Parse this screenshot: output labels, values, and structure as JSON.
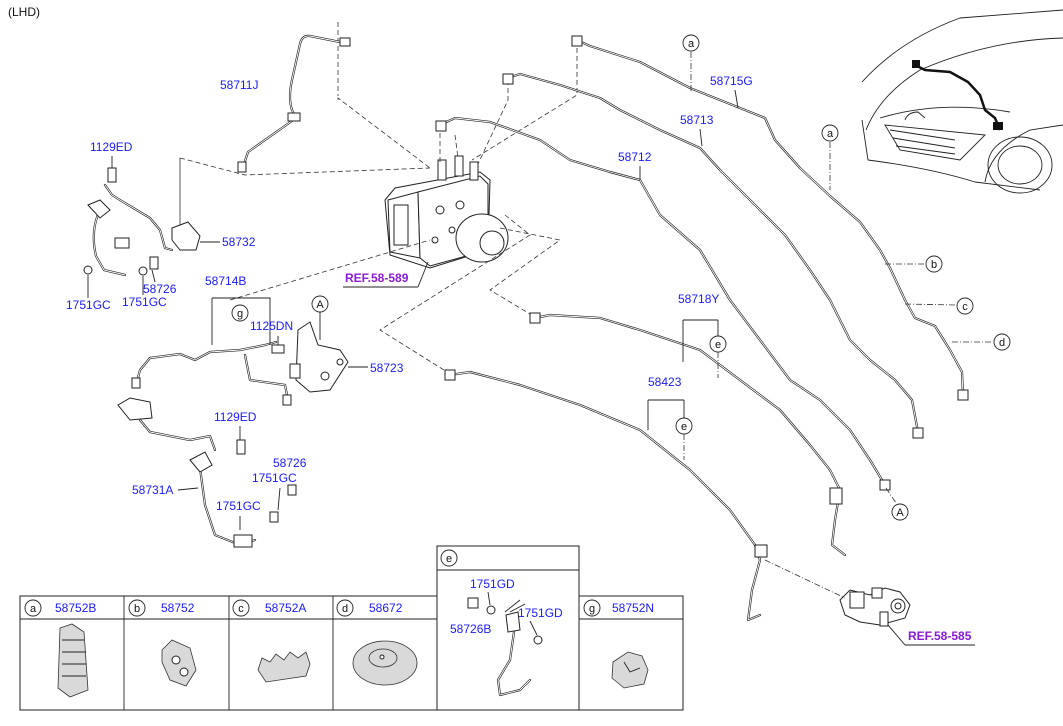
{
  "header": {
    "drive_type": "(LHD)"
  },
  "labels": {
    "p58711J": "58711J",
    "p1129ED_top": "1129ED",
    "p58732": "58732",
    "p58726_left": "58726",
    "p1751GC_a": "1751GC",
    "p1751GC_b": "1751GC",
    "p58714B": "58714B",
    "p1125DN": "1125DN",
    "p58723": "58723",
    "p1129ED_bot": "1129ED",
    "p58726_bot": "58726",
    "p1751GC_c": "1751GC",
    "p58731A": "58731A",
    "p1751GC_d": "1751GC",
    "p58715G": "58715G",
    "p58713": "58713",
    "p58712": "58712",
    "p58718Y": "58718Y",
    "p58423": "58423",
    "ref_hecu": "REF.58-589",
    "ref_master": "REF.58-585"
  },
  "callouts": {
    "a1": "a",
    "a2": "a",
    "b": "b",
    "c": "c",
    "d": "d",
    "e1": "e",
    "e2": "e",
    "g": "g",
    "A1": "A",
    "A2": "A"
  },
  "detail_e": {
    "letter": "e",
    "part_top": "1751GD",
    "part_right": "1751GD",
    "part_left": "58726B"
  },
  "legend": [
    {
      "letter": "a",
      "part": "58752B"
    },
    {
      "letter": "b",
      "part": "58752"
    },
    {
      "letter": "c",
      "part": "58752A"
    },
    {
      "letter": "d",
      "part": "58672"
    },
    {
      "letter": "g",
      "part": "58752N"
    }
  ]
}
